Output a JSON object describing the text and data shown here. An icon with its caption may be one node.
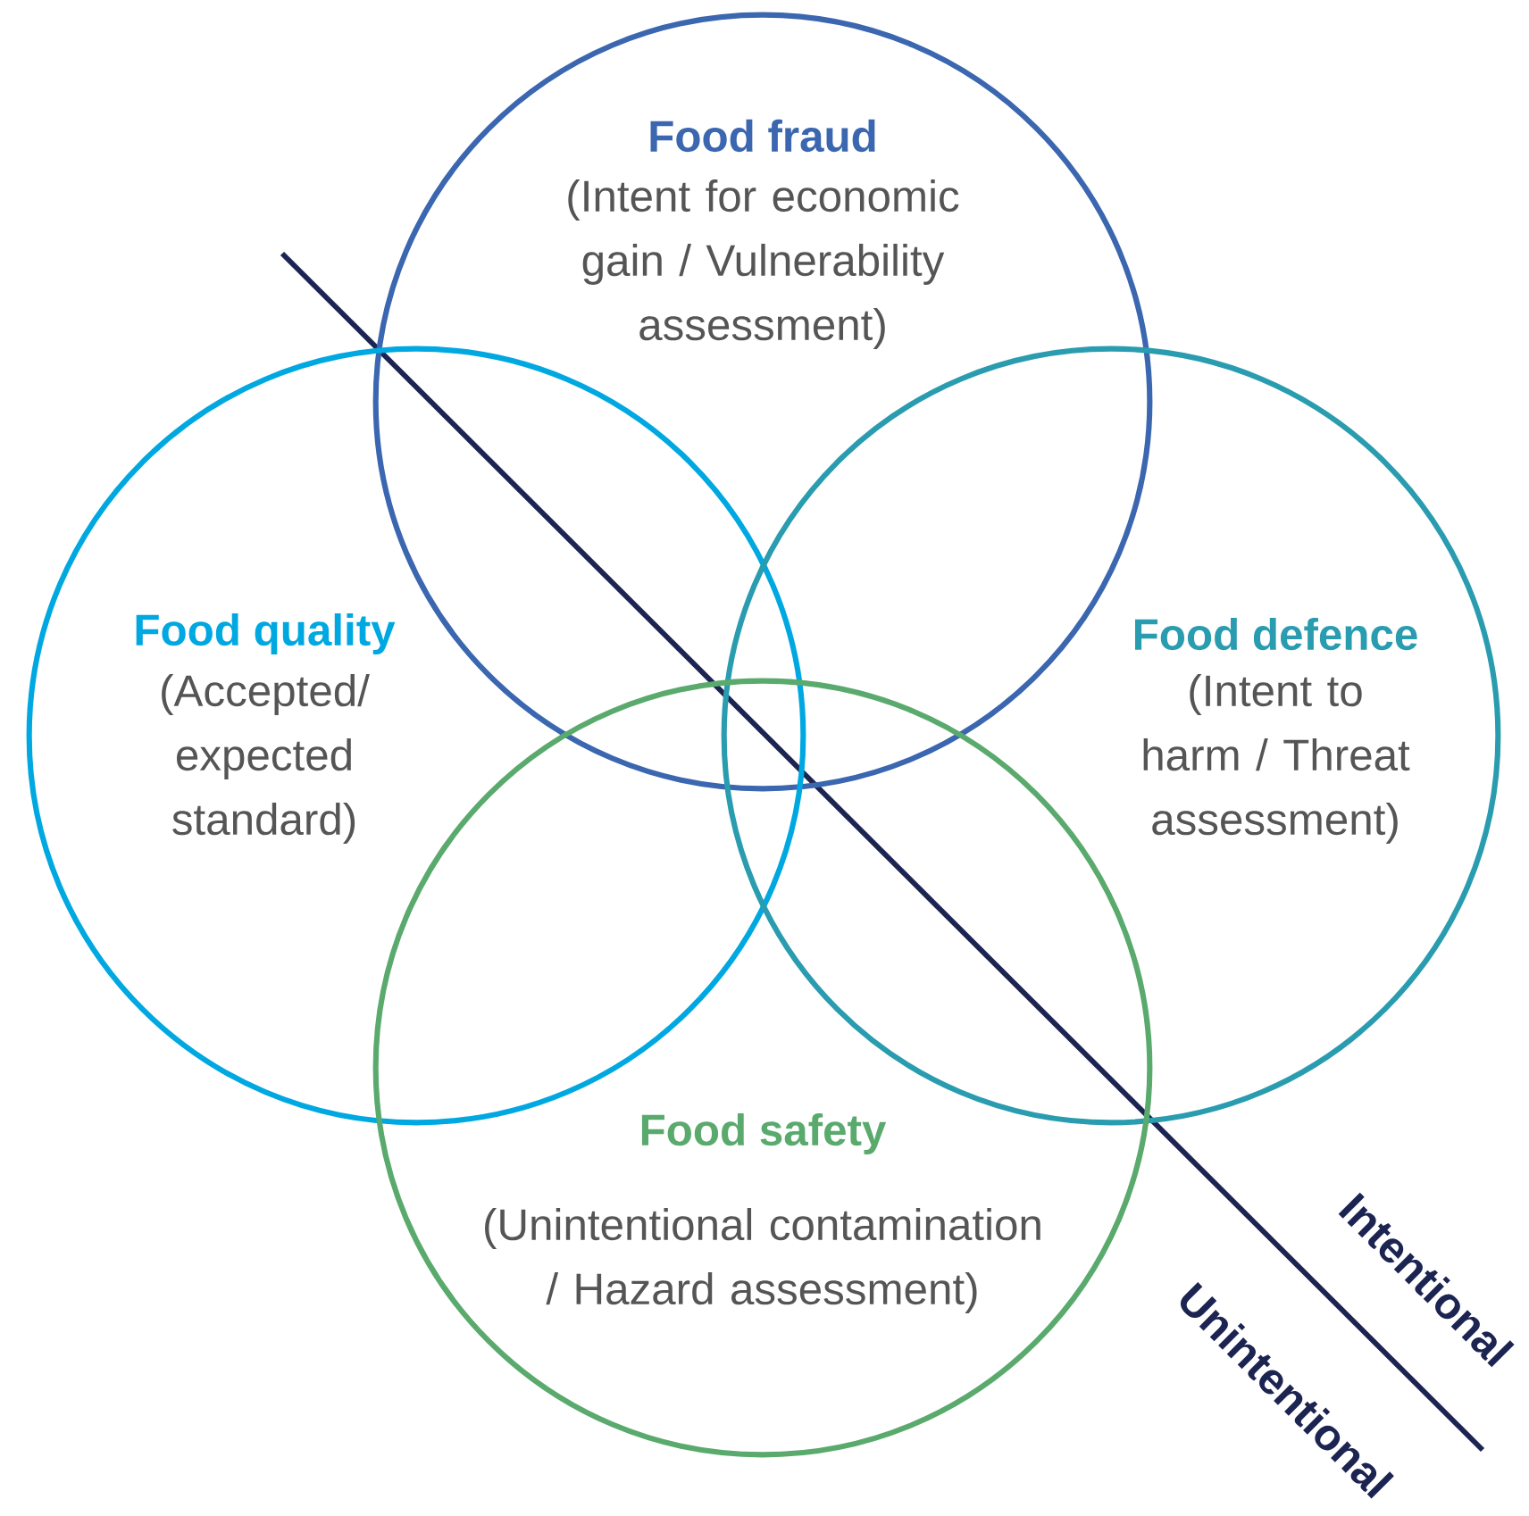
{
  "diagram": {
    "nodes": [
      {
        "text": [
          "Food fraud",
          "(Intent for economic gain / Vulnerability assessment)"
        ]
      },
      {
        "text": [
          "Food quality",
          "(Accepted/ expected standard)"
        ]
      },
      {
        "text": [
          "Food defence",
          "(Intent to harm / Threat assessment)"
        ]
      },
      {
        "text": [
          "Food safety",
          "(Unintentional contamination / Hazard assessment)"
        ]
      }
    ],
    "labels": [
      "Intentional",
      "Unintentional"
    ]
  }
}
